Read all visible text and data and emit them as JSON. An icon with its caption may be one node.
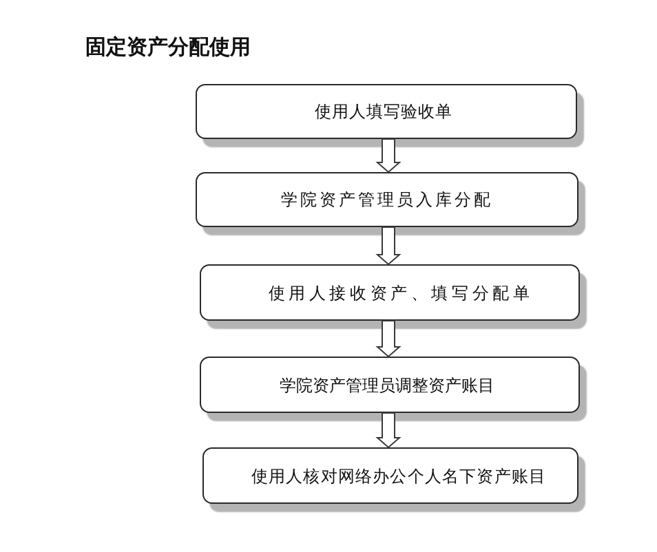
{
  "diagram": {
    "title": "固定资产分配使用",
    "nodes": [
      {
        "text": [
          "使用人填写验收单"
        ]
      },
      {
        "text": [
          "学院资产管理员入库分配"
        ]
      },
      {
        "text": [
          "使用人接收资产、填写分配单"
        ]
      },
      {
        "text": [
          "学院资产管理员调整资产账目"
        ]
      },
      {
        "text": [
          "使用人核对网络办公个人名下资产账目"
        ]
      }
    ],
    "edges": [
      {
        "from": 0,
        "to": 1,
        "arrow": "to"
      },
      {
        "from": 1,
        "to": 2,
        "arrow": "to"
      },
      {
        "from": 2,
        "to": 3,
        "arrow": "to"
      },
      {
        "from": 3,
        "to": 4,
        "arrow": "to"
      }
    ]
  }
}
